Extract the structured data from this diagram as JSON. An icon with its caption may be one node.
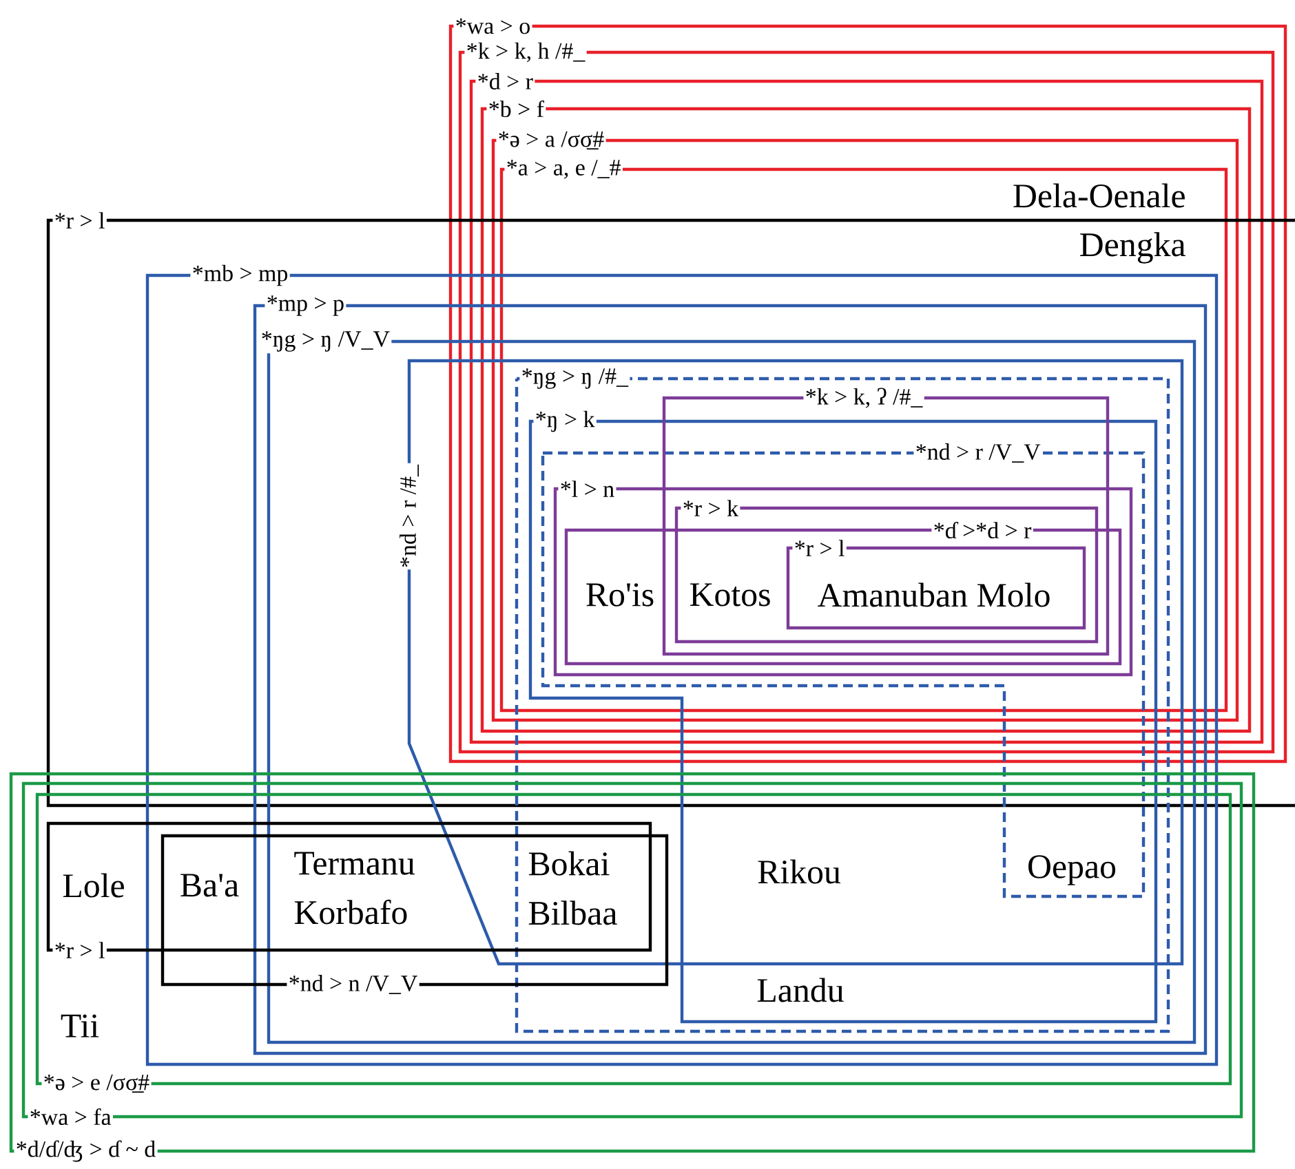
{
  "diagram": {
    "labels": [
      "*wa > o",
      "*k > k, h /#_",
      "*d > r",
      "*b > f",
      "*ə > a /σσ̲#",
      "*a > a, e /_#",
      "Dela-Oenale",
      "*r > l",
      "Dengka",
      "*mb > mp",
      "*mp > p",
      "*ŋg > ŋ /V_V",
      "*ŋg > ŋ /#_",
      "*k > k, ʔ /#_",
      "*ŋ > k",
      "*nd > r /V_V",
      "*nd > r /#_",
      "*l > n",
      "*r > k",
      "*ɗ >*d > r",
      "*r > l",
      "Ro'is",
      "Kotos",
      "Amanuban Molo",
      "Lole",
      "Ba'a",
      "Termanu Korbafo",
      "Bokai Bilbaa",
      "Rikou",
      "Oepao",
      "*r > l",
      "*nd > n /V_V",
      "Landu",
      "Tii",
      "*ə > e /σσ̲#",
      "*wa > fa",
      "*d/ɗ/ʤ > ɗ ~ d"
    ]
  }
}
